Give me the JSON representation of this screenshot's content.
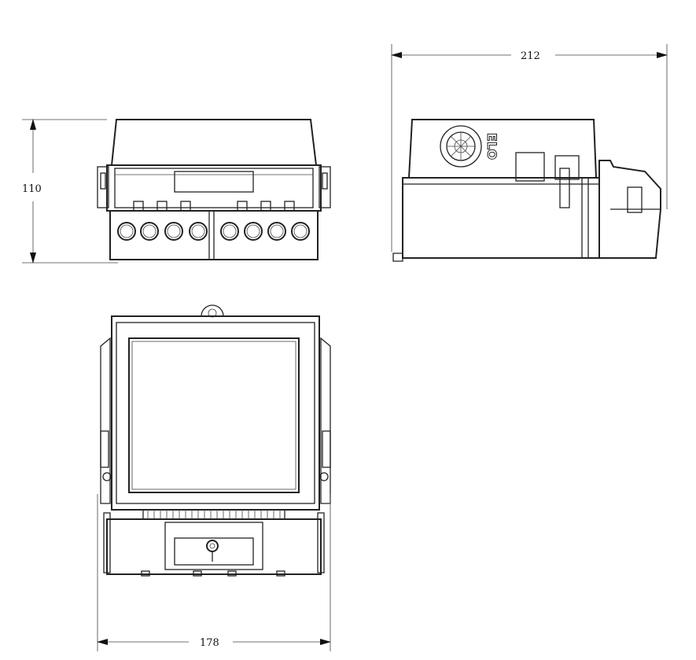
{
  "dimensions": {
    "height": "110",
    "depth": "212",
    "width": "178"
  },
  "logo": {
    "text": "ELO"
  }
}
